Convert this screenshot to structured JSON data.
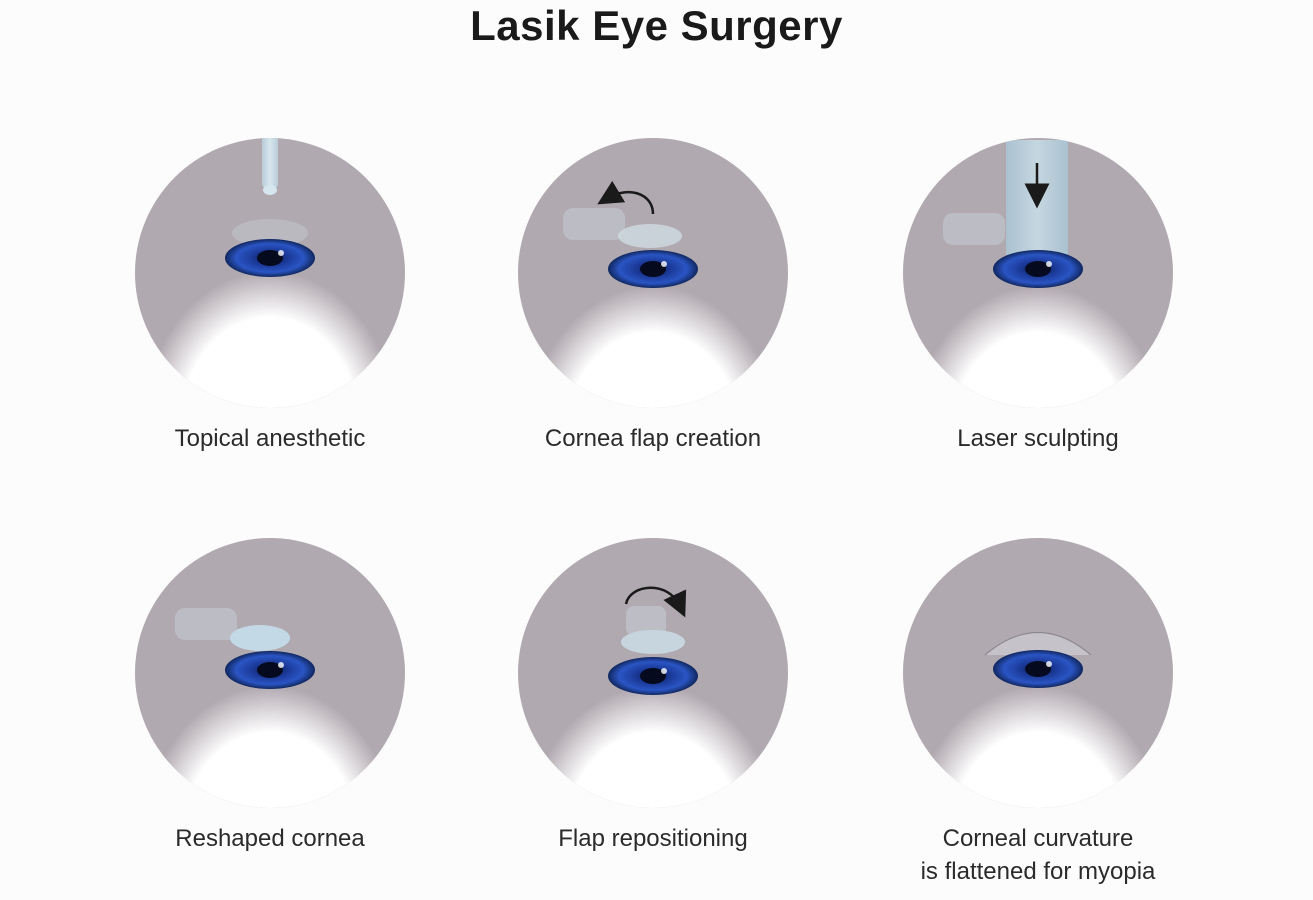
{
  "title": "Lasik Eye Surgery",
  "steps": [
    {
      "label": "Topical anesthetic"
    },
    {
      "label": "Cornea flap creation"
    },
    {
      "label": "Laser sculpting"
    },
    {
      "label": "Reshaped cornea"
    },
    {
      "label": "Flap repositioning"
    },
    {
      "label": "Corneal curvature\nis flattened for myopia"
    }
  ],
  "colors": {
    "background": "#fdfcfd",
    "panel": "#b1a9b0",
    "iris": "#1e3f9c",
    "cornea": "#c9dde8",
    "arrow": "#1a1a1a"
  }
}
